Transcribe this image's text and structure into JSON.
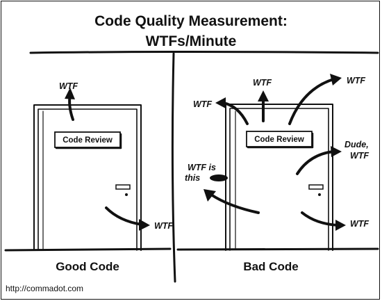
{
  "title": {
    "line1": "Code Quality Measurement:",
    "line2": "WTFs/Minute"
  },
  "panels": {
    "good": {
      "caption": "Good Code",
      "sign": "Code Review",
      "exclamations": [
        "WTF",
        "WTF"
      ]
    },
    "bad": {
      "caption": "Bad Code",
      "sign": "Code Review",
      "exclamations": [
        "WTF",
        "WTF",
        "WTF",
        "Dude,",
        "WTF",
        "WTF is",
        "this",
        "WTF"
      ]
    }
  },
  "footer": {
    "url": "http://commadot.com"
  },
  "colors": {
    "ink": "#111111",
    "background": "#ffffff"
  }
}
